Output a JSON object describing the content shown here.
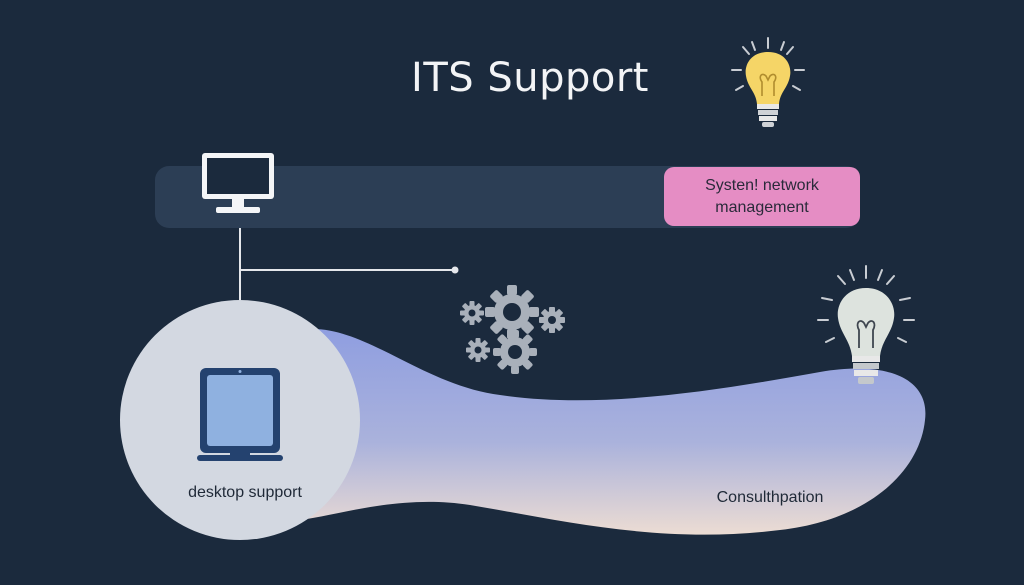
{
  "title": "ITS Support",
  "nodes": {
    "network": {
      "label": "Systen! network management",
      "icon": "monitor-icon"
    },
    "desktop": {
      "label": "desktop support",
      "icon": "tablet-icon"
    },
    "consult": {
      "label": "Consulthpation",
      "icon": "lightbulb-icon"
    }
  },
  "decor": {
    "top_bulb": "lightbulb-icon",
    "gears": "gears-icon"
  },
  "colors": {
    "background": "#1b2a3d",
    "track": "#2c3e55",
    "pill": "#e78ec6",
    "circle": "#d4d9e2",
    "wave_top": "#9aa6dd",
    "wave_bottom": "#e9d9d0",
    "bulb_yellow": "#f5d567"
  }
}
